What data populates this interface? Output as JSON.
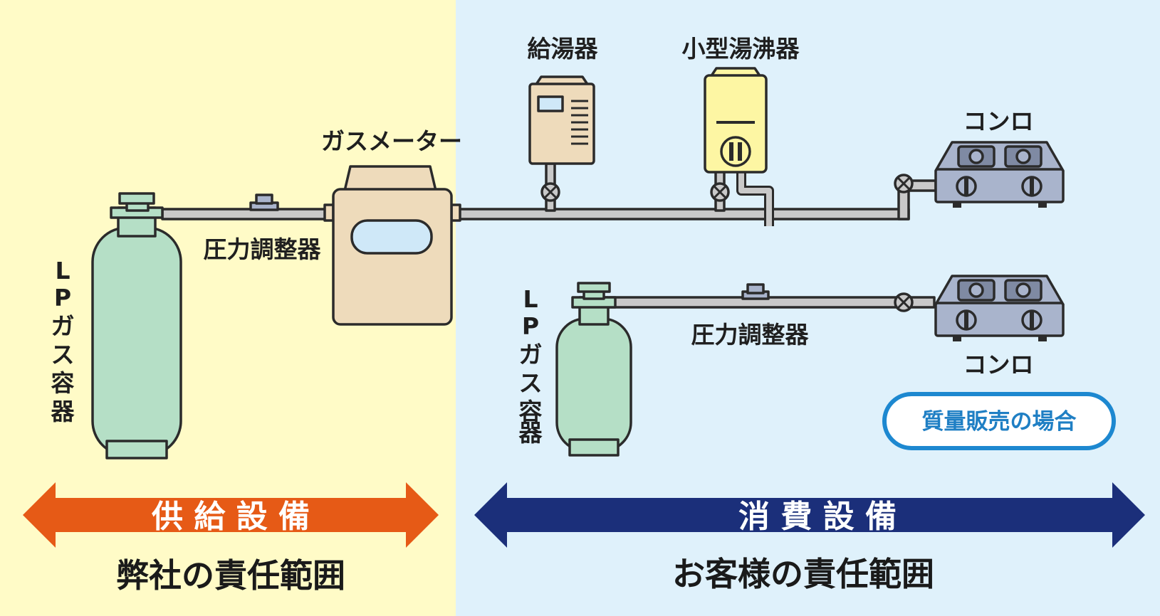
{
  "colors": {
    "supply_bg": "#fffbc7",
    "consumer_bg": "#dff1fb",
    "supply_arrow": "#e65a16",
    "consumer_arrow": "#1b2f7a",
    "cylinder": "#b5dfc6",
    "meter": "#eedbbb",
    "heater": "#eedbbb",
    "small_heater": "#fdf6a3",
    "stove": "#a9b4cc",
    "pipe": "#c9c9c9",
    "badge": "#1d88d0"
  },
  "labels": {
    "gas_meter": "ガスメーター",
    "regulator_top": "圧力調整器",
    "regulator_bottom": "圧力調整器",
    "water_heater": "給湯器",
    "small_water_heater": "小型湯沸器",
    "stove_top": "コンロ",
    "stove_bottom": "コンロ",
    "lp_cylinder_left": [
      "L",
      "P",
      "ガ",
      "ス",
      "容",
      "器"
    ],
    "lp_cylinder_right": [
      "L",
      "P",
      "ガ",
      "ス",
      "容",
      "器"
    ]
  },
  "supply": {
    "arrow_label": "供 給 設 備",
    "responsibility": "弊社の責任範囲"
  },
  "consumer": {
    "arrow_label": "消 費 設 備",
    "responsibility": "お客様の責任範囲"
  },
  "badge": {
    "text": "質量販売の場合"
  }
}
